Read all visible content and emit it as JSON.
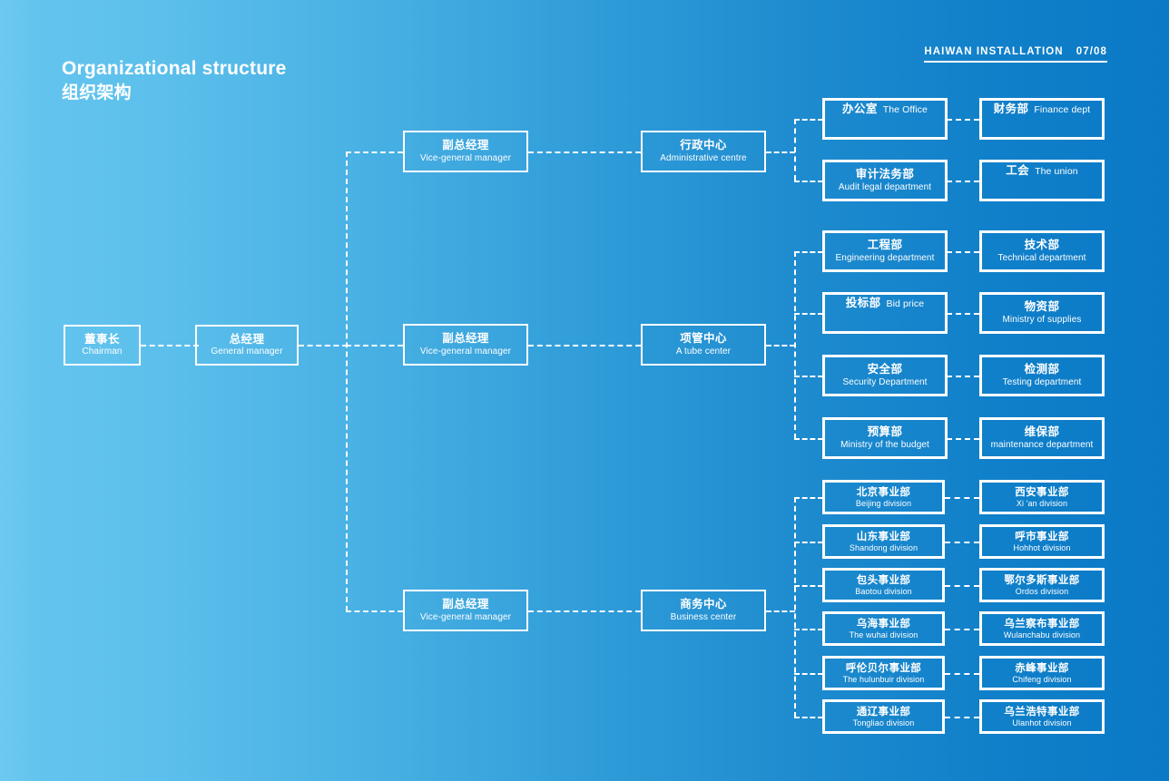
{
  "header": {
    "title_en": "Organizational structure",
    "title_cn": "组织架构",
    "brand": "HAIWAN INSTALLATION",
    "page_number": "07/08"
  },
  "theme": {
    "gradient_left": "#6ec9f0",
    "gradient_right": "#0b79c6",
    "line_color": "#ffffff",
    "text_color": "#ffffff"
  },
  "chart_data": {
    "type": "diagram",
    "title": "Organizational structure 组织架构",
    "orientation": "left-to-right hierarchy",
    "levels": [
      "Chairman",
      "General manager",
      "Vice-general manager",
      "Center",
      "Department"
    ]
  },
  "nodes": {
    "chairman": {
      "cn": "董事长",
      "en": "Chairman"
    },
    "general_manager": {
      "cn": "总经理",
      "en": "General manager"
    },
    "vgm_admin": {
      "cn": "副总经理",
      "en": "Vice-general manager"
    },
    "vgm_project": {
      "cn": "副总经理",
      "en": "Vice-general manager"
    },
    "vgm_business": {
      "cn": "副总经理",
      "en": "Vice-general manager"
    },
    "center_admin": {
      "cn": "行政中心",
      "en": "Administrative centre"
    },
    "center_project": {
      "cn": "项管中心",
      "en": "A tube center"
    },
    "center_business": {
      "cn": "商务中心",
      "en": "Business center"
    }
  },
  "admin_departments": [
    {
      "cn": "办公室",
      "en": "The Office",
      "inline": true
    },
    {
      "cn": "财务部",
      "en": "Finance dept",
      "inline": true
    },
    {
      "cn": "审计法务部",
      "en": "Audit legal department",
      "inline": false
    },
    {
      "cn": "工会",
      "en": "The union",
      "inline": true
    }
  ],
  "project_departments": [
    {
      "cn": "工程部",
      "en": "Engineering department",
      "inline": false
    },
    {
      "cn": "技术部",
      "en": "Technical department",
      "inline": false
    },
    {
      "cn": "投标部",
      "en": "Bid price",
      "inline": true
    },
    {
      "cn": "物资部",
      "en": "Ministry of supplies",
      "inline": false
    },
    {
      "cn": "安全部",
      "en": "Security Department",
      "inline": false
    },
    {
      "cn": "检测部",
      "en": "Testing department",
      "inline": false
    },
    {
      "cn": "预算部",
      "en": "Ministry of the budget",
      "inline": false
    },
    {
      "cn": "维保部",
      "en": "maintenance department",
      "inline": false
    }
  ],
  "business_divisions": [
    {
      "cn": "北京事业部",
      "en": "Beijing division"
    },
    {
      "cn": "西安事业部",
      "en": "Xi 'an division"
    },
    {
      "cn": "山东事业部",
      "en": "Shandong division"
    },
    {
      "cn": "呼市事业部",
      "en": "Hohhot division"
    },
    {
      "cn": "包头事业部",
      "en": "Baotou division"
    },
    {
      "cn": "鄂尔多斯事业部",
      "en": "Ordos division"
    },
    {
      "cn": "乌海事业部",
      "en": "The wuhai division"
    },
    {
      "cn": "乌兰察布事业部",
      "en": "Wulanchabu division"
    },
    {
      "cn": "呼伦贝尔事业部",
      "en": "The hulunbuir division"
    },
    {
      "cn": "赤峰事业部",
      "en": "Chifeng division"
    },
    {
      "cn": "通辽事业部",
      "en": "Tongliao division"
    },
    {
      "cn": "乌兰浩特事业部",
      "en": "Ulanhot division"
    }
  ]
}
